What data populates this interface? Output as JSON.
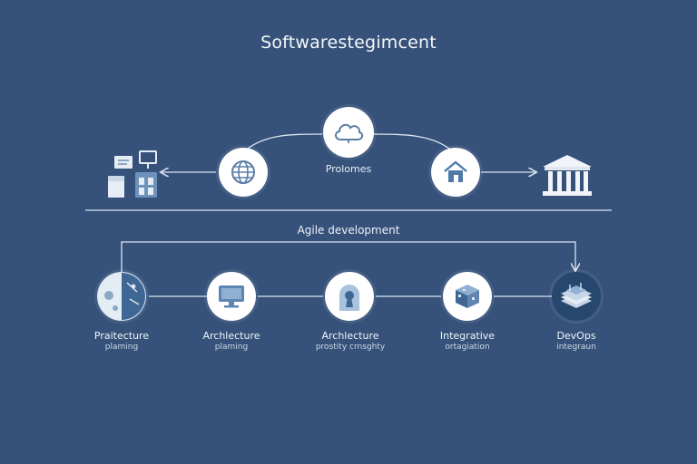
{
  "diagram": {
    "title": "Softwarestegimcent",
    "hub_label": "Prolomes",
    "section_label": "Agile development",
    "stages": [
      {
        "line1": "Praitecture",
        "line2": "plaming"
      },
      {
        "line1": "Archlecture",
        "line2": "plaming"
      },
      {
        "line1": "Archlecture",
        "line2": "prostity crnsghty"
      },
      {
        "line1": "Integrative",
        "line2": "ortagiation"
      },
      {
        "line1": "DevOps",
        "line2": "integraun"
      }
    ]
  },
  "colors": {
    "background": "#36527a",
    "node_fill": "#ffffff",
    "icon_accent": "#4f7aa6",
    "line": "#dbe4ef"
  },
  "icons": {
    "top": [
      "devices-icon",
      "globe-icon",
      "cloud-icon",
      "house-icon",
      "bank-icon"
    ],
    "stages": [
      "planning-globe-icon",
      "monitor-icon",
      "keyhole-icon",
      "cube-icon",
      "server-stack-icon"
    ]
  }
}
